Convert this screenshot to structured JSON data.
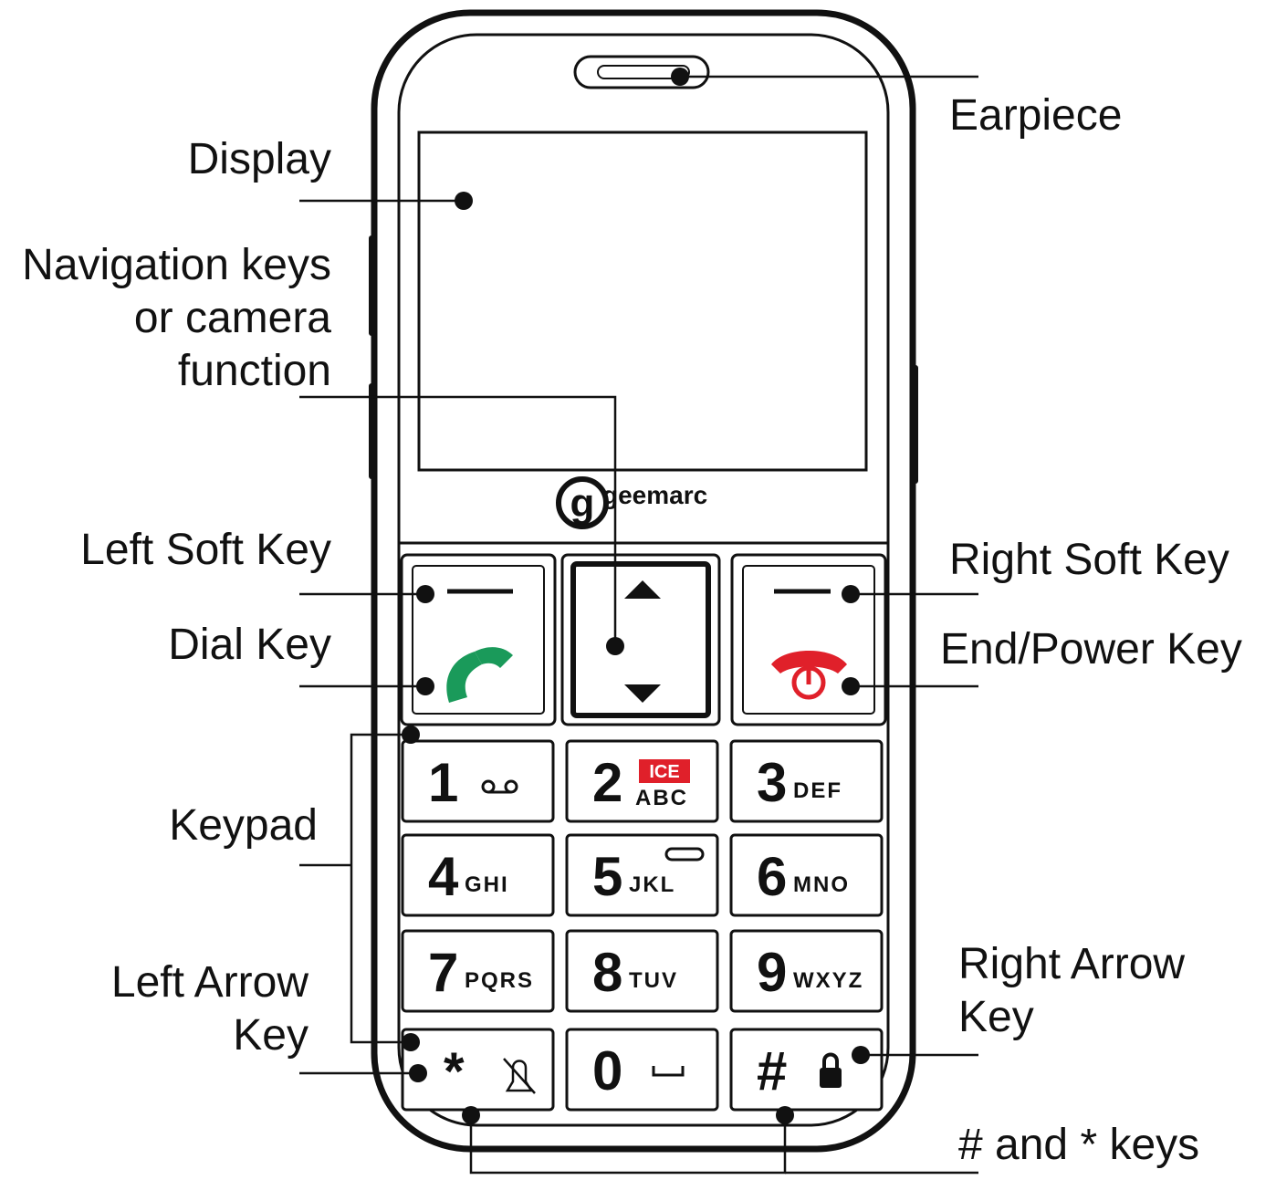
{
  "labels": {
    "display": "Display",
    "navigation": "Navigation keys\nor camera\nfunction",
    "left_soft_key": "Left Soft Key",
    "dial_key": "Dial Key",
    "keypad": "Keypad",
    "left_arrow_key": "Left Arrow\nKey",
    "earpiece": "Earpiece",
    "right_soft_key": "Right Soft Key",
    "end_power_key": "End/Power Key",
    "right_arrow_key": "Right Arrow\nKey",
    "hash_star_keys": "# and * keys"
  },
  "brand": "geemarc",
  "keypad": [
    {
      "digit": "1",
      "letters": ""
    },
    {
      "digit": "2",
      "letters": "ABC"
    },
    {
      "digit": "3",
      "letters": "DEF"
    },
    {
      "digit": "4",
      "letters": "GHI"
    },
    {
      "digit": "5",
      "letters": "JKL"
    },
    {
      "digit": "6",
      "letters": "MNO"
    },
    {
      "digit": "7",
      "letters": "PQRS"
    },
    {
      "digit": "8",
      "letters": "TUV"
    },
    {
      "digit": "9",
      "letters": "WXYZ"
    },
    {
      "digit": "*",
      "letters": ""
    },
    {
      "digit": "0",
      "letters": ""
    },
    {
      "digit": "#",
      "letters": ""
    }
  ],
  "ice_badge": "ICE",
  "icons": [
    "voicemail-icon",
    "mute-bell-icon",
    "space-icon",
    "lock-icon",
    "call-icon",
    "end-call-icon",
    "arrow-up-icon",
    "arrow-down-icon",
    "earpiece-slot-icon"
  ],
  "colors": {
    "dial_green": "#1a9a5a",
    "end_red": "#e0202a",
    "ice_red": "#e0202a",
    "line": "#111111"
  }
}
